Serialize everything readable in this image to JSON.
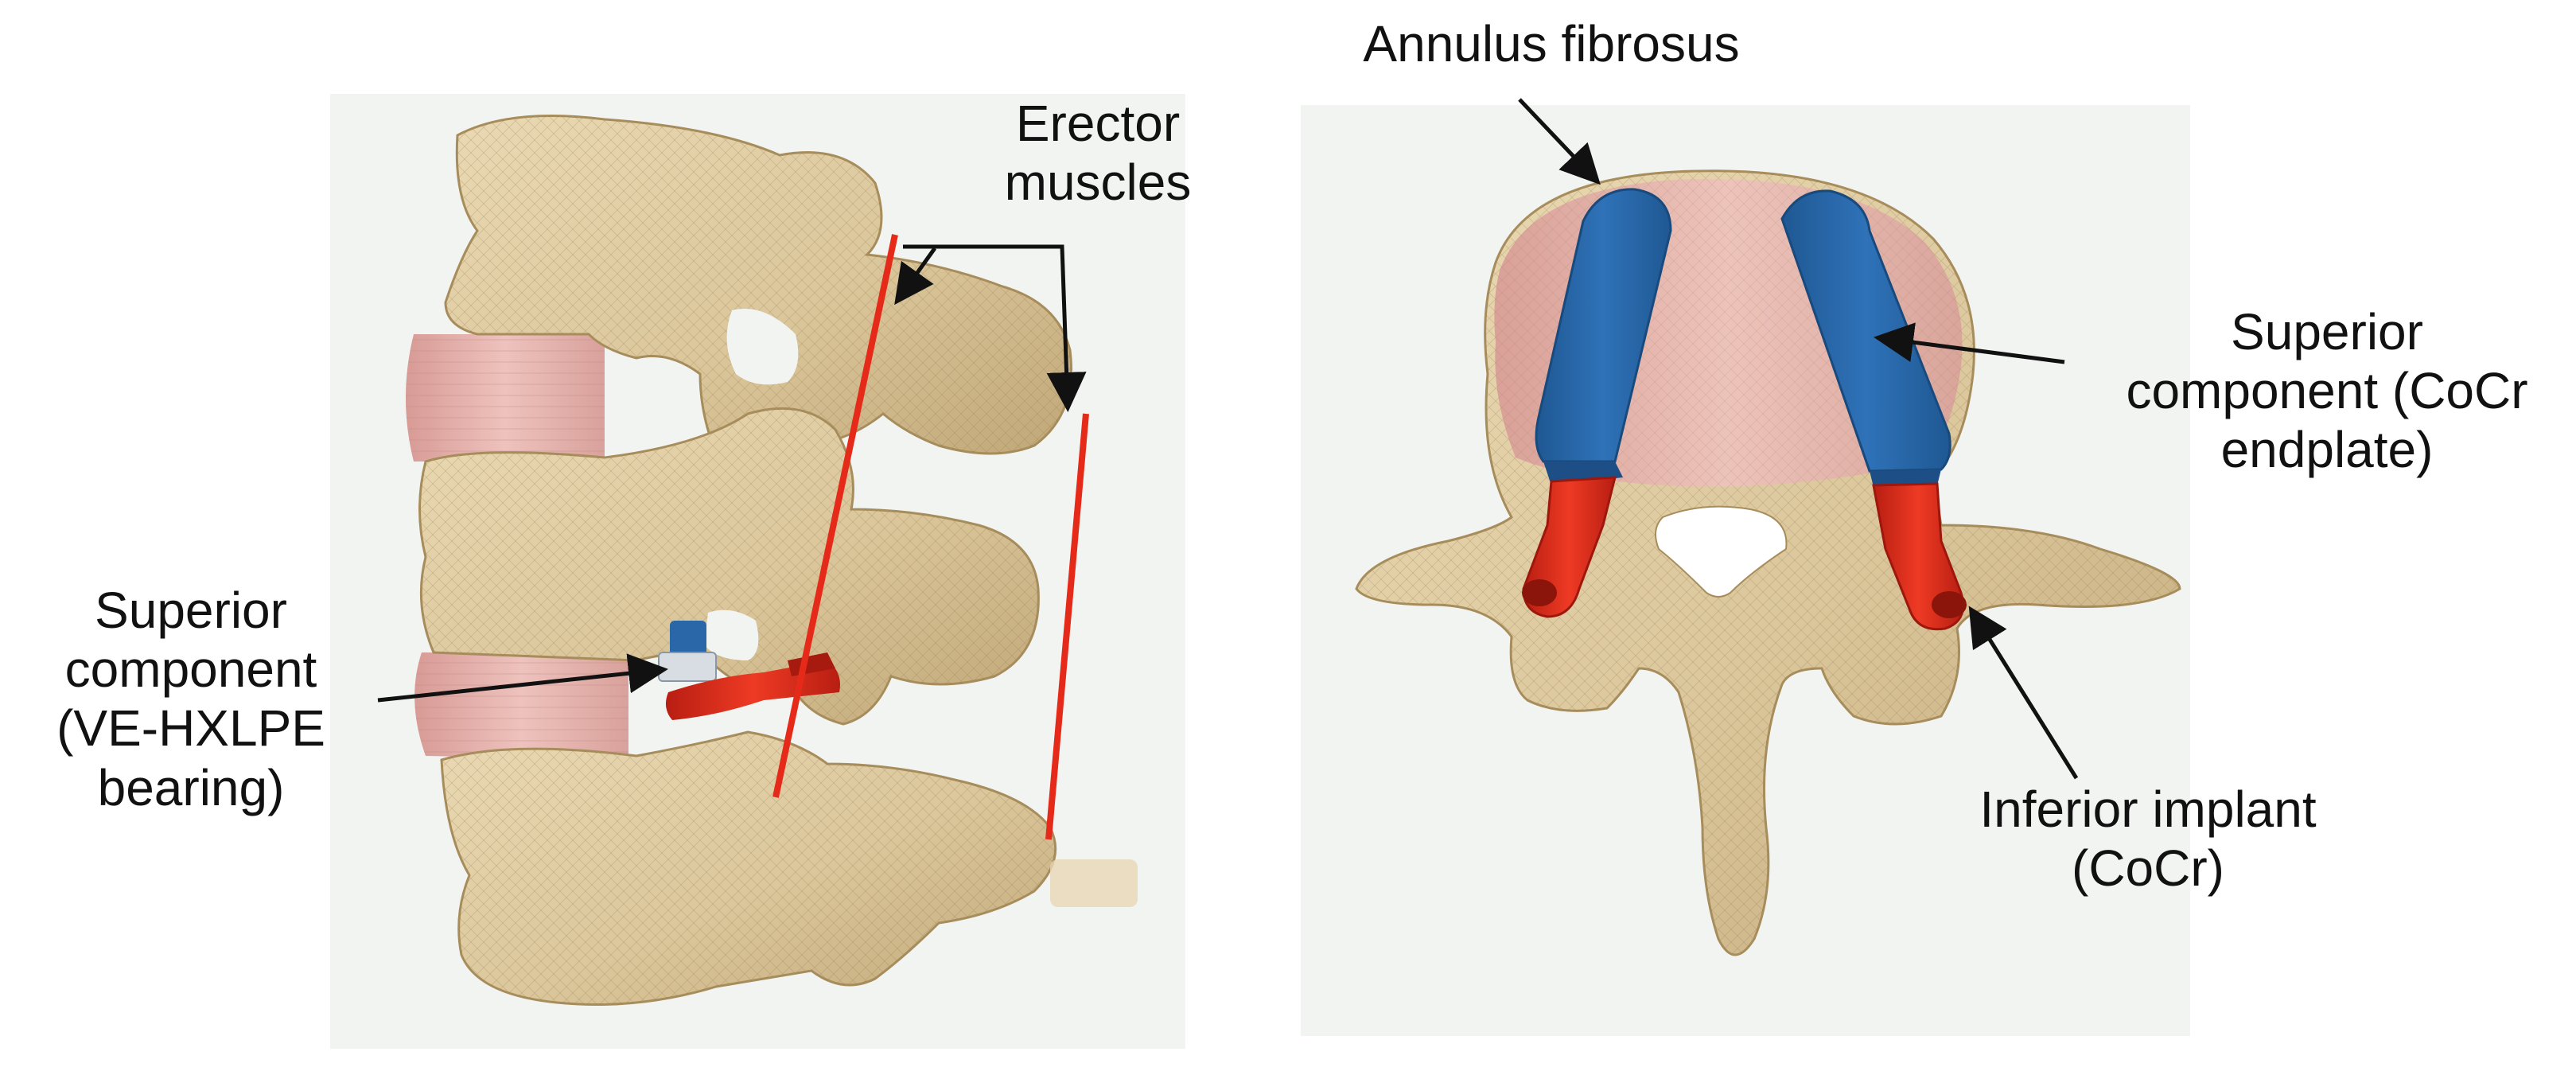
{
  "labels": {
    "erector_line1": "Erector",
    "erector_line2": "muscles",
    "superior_left_line1": "Superior",
    "superior_left_line2": "component",
    "superior_left_line3": "(VE-HXLPE",
    "superior_left_line4": "bearing)",
    "annulus": "Annulus fibrosus",
    "superior_right_line1": "Superior",
    "superior_right_line2": "component (CoCr",
    "superior_right_line3": "endplate)",
    "inferior_line1": "Inferior implant",
    "inferior_line2": "(CoCr)"
  },
  "colors": {
    "bone": "#dcc79c",
    "bone_shade": "#b9a171",
    "disc": "#e3aaa5",
    "muscle_red": "#e62a1a",
    "implant_blue": "#2a67a8",
    "implant_red": "#d9291a",
    "panel_bg": "#f2f4f2"
  },
  "icons": {
    "arrow": "arrow-icon"
  }
}
